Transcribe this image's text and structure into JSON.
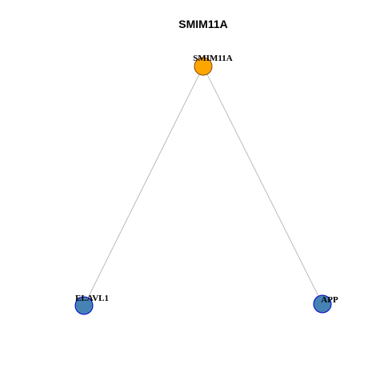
{
  "graph": {
    "title": "SMIM11A",
    "colors": {
      "center_fill": "#FFA500",
      "center_stroke": "#8B4500",
      "neighbor_fill": "#4682B4",
      "neighbor_stroke": "#0000CD",
      "edge": "#AAAAAA"
    },
    "nodes": [
      {
        "id": "SMIM11A",
        "label": "SMIM11A",
        "role": "center"
      },
      {
        "id": "ELAVL1",
        "label": "ELAVL1",
        "role": "neighbor"
      },
      {
        "id": "APP",
        "label": "APP",
        "role": "neighbor"
      }
    ],
    "edges": [
      {
        "source": "SMIM11A",
        "target": "ELAVL1"
      },
      {
        "source": "SMIM11A",
        "target": "APP"
      }
    ]
  }
}
